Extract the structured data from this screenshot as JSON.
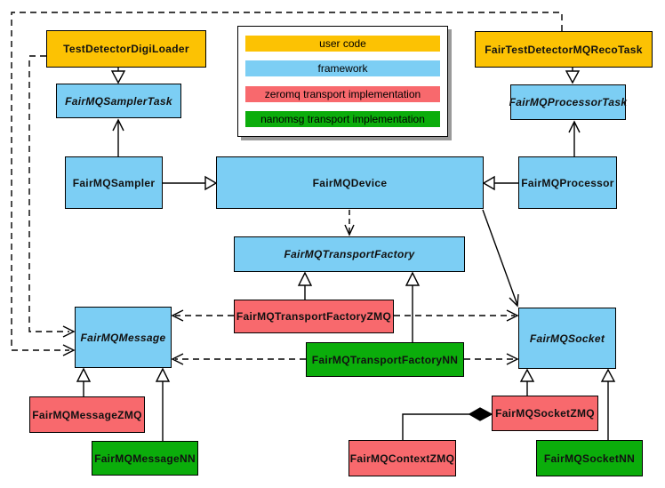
{
  "legend": {
    "items": [
      {
        "label": "user code",
        "color": "#FCC203"
      },
      {
        "label": "framework",
        "color": "#7CCEF4"
      },
      {
        "label": "zeromq transport implementation",
        "color": "#F8696D"
      },
      {
        "label": "nanomsg transport implementation",
        "color": "#0BAD0B"
      }
    ]
  },
  "nodes": {
    "digiloader": {
      "label": "TestDetectorDigiLoader",
      "category": "user code",
      "abstract": false
    },
    "recotask": {
      "label": "FairTestDetectorMQRecoTask",
      "category": "user code",
      "abstract": false
    },
    "samplertask": {
      "label": "FairMQSamplerTask",
      "category": "framework",
      "abstract": true
    },
    "processortask": {
      "label": "FairMQProcessorTask",
      "category": "framework",
      "abstract": true
    },
    "sampler": {
      "label": "FairMQSampler",
      "category": "framework",
      "abstract": false
    },
    "device": {
      "label": "FairMQDevice",
      "category": "framework",
      "abstract": false
    },
    "processor": {
      "label": "FairMQProcessor",
      "category": "framework",
      "abstract": false
    },
    "factory": {
      "label": "FairMQTransportFactory",
      "category": "framework",
      "abstract": true
    },
    "message": {
      "label": "FairMQMessage",
      "category": "framework",
      "abstract": true
    },
    "socket": {
      "label": "FairMQSocket",
      "category": "framework",
      "abstract": true
    },
    "factoryzmq": {
      "label": "FairMQTransportFactoryZMQ",
      "category": "zeromq transport implementation",
      "abstract": false
    },
    "factorynn": {
      "label": "FairMQTransportFactoryNN",
      "category": "nanomsg transport implementation",
      "abstract": false
    },
    "messagezmq": {
      "label": "FairMQMessageZMQ",
      "category": "zeromq transport implementation",
      "abstract": false
    },
    "messagenn": {
      "label": "FairMQMessageNN",
      "category": "nanomsg transport implementation",
      "abstract": false
    },
    "socketzmq": {
      "label": "FairMQSocketZMQ",
      "category": "zeromq transport implementation",
      "abstract": false
    },
    "socketnn": {
      "label": "FairMQSocketNN",
      "category": "nanomsg transport implementation",
      "abstract": false
    },
    "contextzmq": {
      "label": "FairMQContextZMQ",
      "category": "zeromq transport implementation",
      "abstract": false
    }
  },
  "edges": [
    {
      "from": "TestDetectorDigiLoader",
      "to": "FairMQSamplerTask",
      "type": "inheritance"
    },
    {
      "from": "FairTestDetectorMQRecoTask",
      "to": "FairMQProcessorTask",
      "type": "inheritance"
    },
    {
      "from": "FairMQSampler",
      "to": "FairMQSamplerTask",
      "type": "arrow"
    },
    {
      "from": "FairMQProcessor",
      "to": "FairMQProcessorTask",
      "type": "arrow"
    },
    {
      "from": "FairMQSampler",
      "to": "FairMQDevice",
      "type": "inheritance"
    },
    {
      "from": "FairMQProcessor",
      "to": "FairMQDevice",
      "type": "inheritance"
    },
    {
      "from": "FairMQDevice",
      "to": "FairMQTransportFactory",
      "type": "dashed-arrow"
    },
    {
      "from": "FairMQDevice",
      "to": "FairMQSocket",
      "type": "arrow"
    },
    {
      "from": "FairMQTransportFactoryZMQ",
      "to": "FairMQTransportFactory",
      "type": "inheritance"
    },
    {
      "from": "FairMQTransportFactoryNN",
      "to": "FairMQTransportFactory",
      "type": "inheritance"
    },
    {
      "from": "FairMQTransportFactoryZMQ",
      "to": "FairMQMessage",
      "type": "dashed-arrow"
    },
    {
      "from": "FairMQTransportFactoryZMQ",
      "to": "FairMQSocket",
      "type": "dashed-arrow"
    },
    {
      "from": "FairMQTransportFactoryNN",
      "to": "FairMQMessage",
      "type": "dashed-arrow"
    },
    {
      "from": "FairMQTransportFactoryNN",
      "to": "FairMQSocket",
      "type": "dashed-arrow"
    },
    {
      "from": "FairMQMessageZMQ",
      "to": "FairMQMessage",
      "type": "inheritance"
    },
    {
      "from": "FairMQMessageNN",
      "to": "FairMQMessage",
      "type": "inheritance"
    },
    {
      "from": "FairMQSocketZMQ",
      "to": "FairMQSocket",
      "type": "inheritance"
    },
    {
      "from": "FairMQSocketNN",
      "to": "FairMQSocket",
      "type": "inheritance"
    },
    {
      "from": "TestDetectorDigiLoader",
      "to": "FairMQMessage",
      "type": "dashed-arrow"
    },
    {
      "from": "FairTestDetectorMQRecoTask",
      "to": "FairMQMessage",
      "type": "dashed-arrow"
    },
    {
      "from": "FairMQContextZMQ",
      "to": "FairMQSocketZMQ",
      "type": "composition"
    }
  ]
}
